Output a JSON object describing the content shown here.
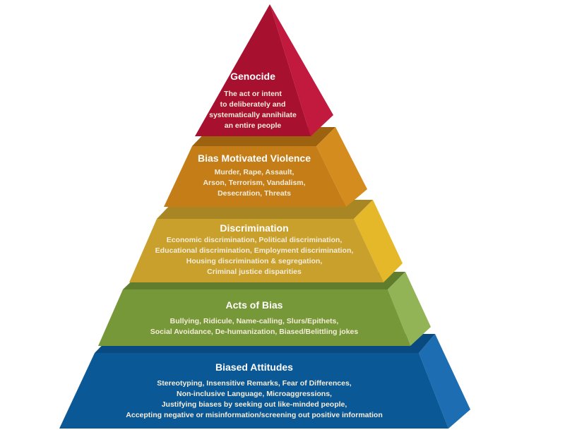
{
  "colors": {
    "genocide": "#b0143a",
    "violence": "#c47d17",
    "discrimination": "#c9a02c",
    "acts_of_bias": "#779838",
    "biased_attitudes": "#0b5896"
  },
  "tiers": [
    {
      "title": "Genocide",
      "lines": [
        "The act or intent",
        "to deliberately and",
        "systematically annihilate",
        "an entire people"
      ]
    },
    {
      "title": "Bias Motivated Violence",
      "lines": [
        "Murder, Rape, Assault,",
        "Arson, Terrorism, Vandalism,",
        "Desecration, Threats"
      ]
    },
    {
      "title": "Discrimination",
      "lines": [
        "Economic discrimination, Political discrimination,",
        "Educational discrimination, Employment discrimination,",
        "Housing discrimination & segregation,",
        "Criminal justice disparities"
      ]
    },
    {
      "title": "Acts of Bias",
      "lines": [
        "Bullying, Ridicule, Name-calling, Slurs/Epithets,",
        "Social Avoidance, De-humanization, Biased/Belittling jokes"
      ]
    },
    {
      "title": "Biased Attitudes",
      "lines": [
        "Stereotyping, Insensitive Remarks, Fear of Differences,",
        "Non-inclusive Language, Microaggressions,",
        "Justifying biases by seeking out like-minded people,",
        "Accepting negative or misinformation/screening out positive information"
      ]
    }
  ]
}
